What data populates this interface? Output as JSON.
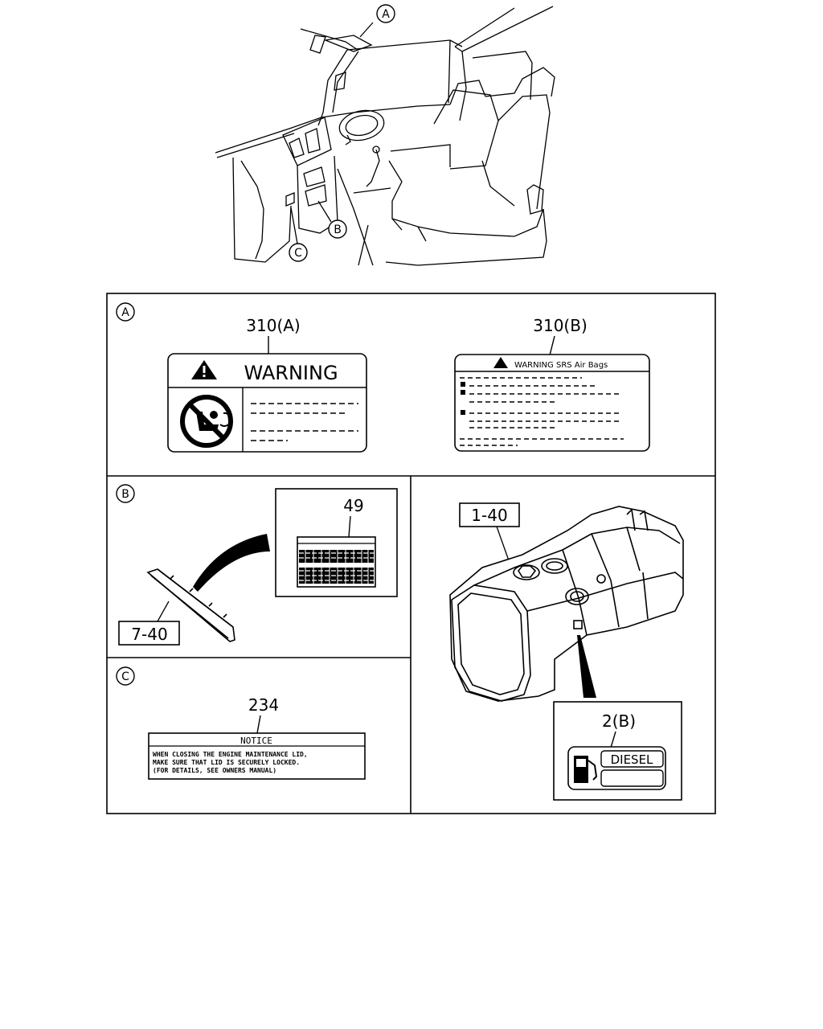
{
  "callouts": {
    "a": "A",
    "b": "B",
    "c": "C"
  },
  "panel_a": {
    "marker": "A",
    "left_part": "310(A)",
    "left_label_title": "WARNING",
    "right_part": "310(B)",
    "right_label_title": "WARNING SRS Air Bags"
  },
  "panel_b": {
    "marker": "B",
    "inset_part": "49",
    "cover_part": "7-40"
  },
  "panel_c": {
    "marker": "C",
    "part": "234",
    "notice_title": "NOTICE",
    "notice_line1": "WHEN CLOSING THE ENGINE MAINTENANCE LID,",
    "notice_line2": "MAKE SURE THAT LID IS SECURELY LOCKED.",
    "notice_line3": "(FOR DETAILS, SEE OWNERS MANUAL)"
  },
  "panel_tank": {
    "tank_part": "1-40",
    "label_part": "2(B)",
    "fuel_label": "DIESEL"
  },
  "icons": [
    "warning-triangle-icon",
    "no-child-seat-icon",
    "fuel-pump-icon"
  ]
}
